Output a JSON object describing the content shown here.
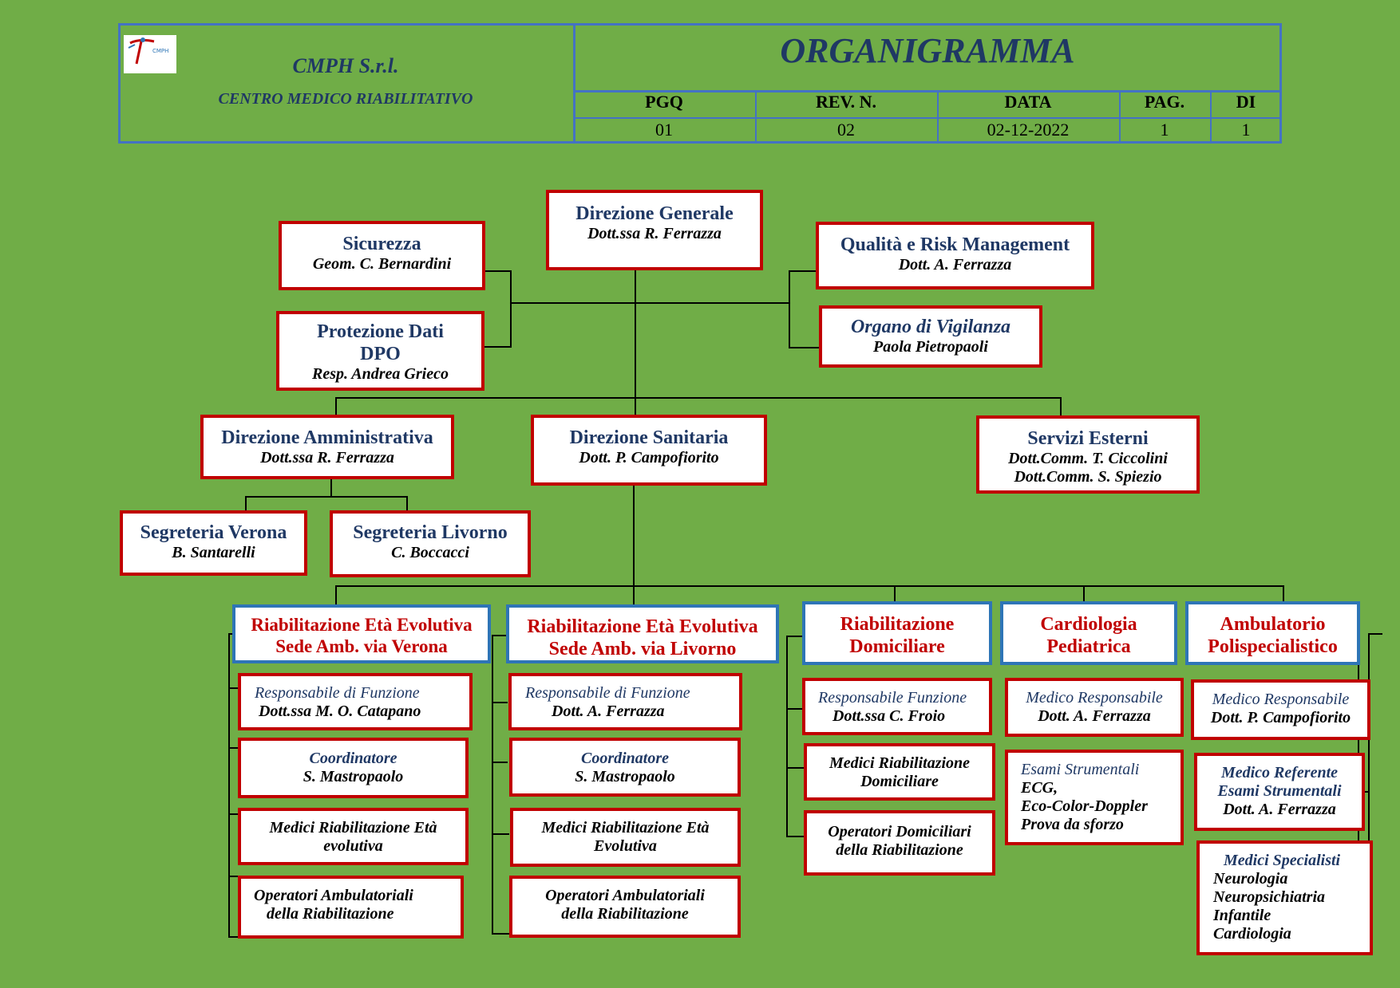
{
  "header": {
    "company_name": "CMPH S.r.l.",
    "company_subtitle": "CENTRO MEDICO RIABILITATIVO",
    "title": "ORGANIGRAMMA",
    "columns": [
      "PGQ",
      "REV. N.",
      "DATA",
      "PAG.",
      "DI"
    ],
    "values": [
      "01",
      "02",
      "02-12-2022",
      "1",
      "1"
    ]
  },
  "nodes": {
    "direzione_generale": {
      "title": "Direzione Generale",
      "person": "Dott.ssa R. Ferrazza"
    },
    "sicurezza": {
      "title": "Sicurezza",
      "person": "Geom. C. Bernardini"
    },
    "protezione_dati": {
      "title1": "Protezione Dati",
      "title2": "DPO",
      "person": "Resp. Andrea Grieco"
    },
    "qualita": {
      "title": "Qualità e Risk Management",
      "person": "Dott. A. Ferrazza"
    },
    "organo_vigilanza": {
      "title": "Organo di Vigilanza",
      "person": "Paola Pietropaoli"
    },
    "direzione_amministrativa": {
      "title": "Direzione Amministrativa",
      "person": "Dott.ssa  R. Ferrazza"
    },
    "direzione_sanitaria": {
      "title": "Direzione Sanitaria",
      "person": "Dott. P. Campofiorito"
    },
    "servizi_esterni": {
      "title": "Servizi Esterni",
      "person1": "Dott.Comm.  T. Ciccolini",
      "person2": "Dott.Comm.  S. Spiezio"
    },
    "segreteria_verona": {
      "title": "Segreteria Verona",
      "person": "B. Santarelli"
    },
    "segreteria_livorno": {
      "title": "Segreteria Livorno",
      "person": "C. Boccacci"
    },
    "riab_verona": {
      "line1": "Riabilitazione Età Evolutiva",
      "line2": "Sede Amb. via Verona"
    },
    "riab_livorno": {
      "line1": "Riabilitazione Età Evolutiva",
      "line2": "Sede Amb. via Livorno"
    },
    "riab_domiciliare": {
      "line1": "Riabilitazione",
      "line2": "Domiciliare"
    },
    "cardiologia": {
      "line1": "Cardiologia",
      "line2": "Pediatrica"
    },
    "ambulatorio": {
      "line1": "Ambulatorio",
      "line2": "Polispecialistico"
    },
    "v_resp": {
      "role": "Responsabile di Funzione",
      "person": "Dott.ssa M. O. Catapano"
    },
    "v_coord": {
      "role": "Coordinatore",
      "person": "S. Mastropaolo"
    },
    "v_medici": {
      "line1": "Medici Riabilitazione Età",
      "line2": "evolutiva"
    },
    "v_operatori": {
      "line1": "Operatori Ambulatoriali",
      "line2": "della Riabilitazione"
    },
    "l_resp": {
      "role": "Responsabile di Funzione",
      "person": "Dott. A. Ferrazza"
    },
    "l_coord": {
      "role": "Coordinatore",
      "person": "S. Mastropaolo"
    },
    "l_medici": {
      "line1": "Medici Riabilitazione Età",
      "line2": "Evolutiva"
    },
    "l_operatori": {
      "line1": "Operatori Ambulatoriali",
      "line2": "della Riabilitazione"
    },
    "d_resp": {
      "role": "Responsabile Funzione",
      "person": "Dott.ssa C. Froio"
    },
    "d_medici": {
      "line1": "Medici Riabilitazione",
      "line2": "Domiciliare"
    },
    "d_operatori": {
      "line1": "Operatori Domiciliari",
      "line2": "della Riabilitazione"
    },
    "c_medico": {
      "role": "Medico Responsabile",
      "person": "Dott. A. Ferrazza"
    },
    "c_esami": {
      "role": "Esami Strumentali",
      "line1": "ECG,",
      "line2": "Eco-Color-Doppler",
      "line3": "Prova da sforzo"
    },
    "a_medico": {
      "role": "Medico Responsabile",
      "person": "Dott. P. Campofiorito"
    },
    "a_referente": {
      "role1": "Medico Referente",
      "role2": "Esami Strumentali",
      "person": "Dott. A. Ferrazza"
    },
    "a_specialisti": {
      "role": "Medici Specialisti",
      "line1": "Neurologia",
      "line2": "Neuropsichiatria",
      "line3": "Infantile",
      "line4": "Cardiologia"
    }
  }
}
